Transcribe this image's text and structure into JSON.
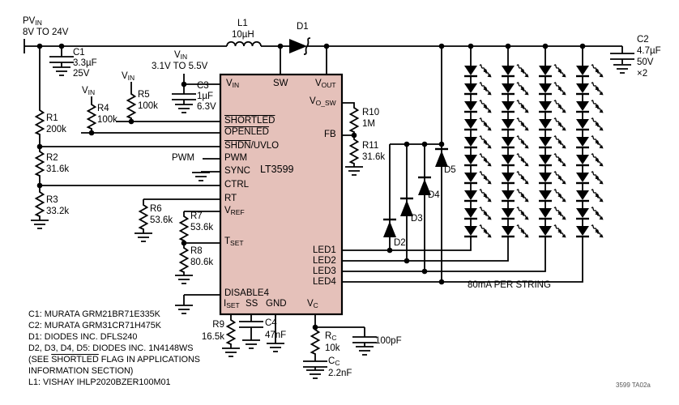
{
  "source": {
    "name_main": "PV",
    "name_sub": "IN",
    "range": "8V TO 24V"
  },
  "logic_rail": {
    "name_main": "V",
    "name_sub": "IN",
    "range": "3.1V TO 5.5V"
  },
  "rails": {
    "vin_main": "V",
    "vin_sub": "IN"
  },
  "components": {
    "c1": {
      "ref": "C1",
      "value": "3.3µF",
      "voltage": "25V"
    },
    "c2": {
      "ref": "C2",
      "value": "4.7µF",
      "voltage": "50V",
      "qty": "×2"
    },
    "c3": {
      "ref": "C3",
      "value": "1µF",
      "voltage": "6.3V"
    },
    "c4": {
      "ref": "C4",
      "value": "47nF"
    },
    "l1": {
      "ref": "L1",
      "value": "10µH"
    },
    "d1": {
      "ref": "D1"
    },
    "d2": {
      "ref": "D2"
    },
    "d3": {
      "ref": "D3"
    },
    "d4": {
      "ref": "D4"
    },
    "d5": {
      "ref": "D5"
    },
    "r1": {
      "ref": "R1",
      "value": "200k"
    },
    "r2": {
      "ref": "R2",
      "value": "31.6k"
    },
    "r3": {
      "ref": "R3",
      "value": "33.2k"
    },
    "r4": {
      "ref": "R4",
      "value": "100k"
    },
    "r5": {
      "ref": "R5",
      "value": "100k"
    },
    "r6": {
      "ref": "R6",
      "value": "53.6k"
    },
    "r7": {
      "ref": "R7",
      "value": "53.6k"
    },
    "r8": {
      "ref": "R8",
      "value": "80.6k"
    },
    "r9": {
      "ref": "R9",
      "value": "16.5k"
    },
    "r10": {
      "ref": "R10",
      "value": "1M"
    },
    "r11": {
      "ref": "R11",
      "value": "31.6k"
    },
    "rc": {
      "ref_main": "R",
      "ref_sub": "C",
      "value": "10k"
    },
    "cc": {
      "ref_main": "C",
      "ref_sub": "C",
      "value": "2.2nF"
    },
    "c100": {
      "value": "100pF"
    }
  },
  "ic": {
    "part": "LT3599",
    "pin_vin_main": "V",
    "pin_vin_sub": "IN",
    "pin_sw": "SW",
    "pin_vout_main": "V",
    "pin_vout_sub": "OUT",
    "pin_vosw_main": "V",
    "pin_vosw_sub": "O_SW",
    "pin_shortled": "SHORTLED",
    "pin_openled": "OPENLED",
    "pin_shdn": "SHDN",
    "pin_shdn_rest": "/UVLO",
    "pin_pwm": "PWM",
    "pin_sync": "SYNC",
    "pin_ctrl": "CTRL",
    "pin_rt": "RT",
    "pin_vref_main": "V",
    "pin_vref_sub": "REF",
    "pin_tset_main": "T",
    "pin_tset_sub": "SET",
    "pin_disable4": "DISABLE4",
    "pin_iset_main": "I",
    "pin_iset_sub": "SET",
    "pin_ss": "SS",
    "pin_gnd": "GND",
    "pin_vc_main": "V",
    "pin_vc_sub": "C",
    "pin_fb": "FB",
    "pin_led1": "LED1",
    "pin_led2": "LED2",
    "pin_led3": "LED3",
    "pin_led4": "LED4"
  },
  "signals": {
    "pwm_ext": "PWM",
    "string_current": "80mA PER STRING"
  },
  "notes": {
    "line1": "C1: MURATA GRM21BR71E335K",
    "line2": "C2: MURATA GRM31CR71H475K",
    "line3": "D1: DIODES INC. DFLS240",
    "line4": "D2, D3, D4, D5: DIODES INC. 1N4148WS",
    "line5_pre": "(SEE ",
    "line5_ov": "SHORTLED",
    "line5_post": " FLAG IN APPLICATIONS",
    "line6": "INFORMATION SECTION)",
    "line7": "L1: VISHAY IHLP2020BZER100M01"
  },
  "corner_tag": "3599 TA02a",
  "colors": {
    "ic_fill": "#e5c1ba",
    "line": "#000000"
  }
}
